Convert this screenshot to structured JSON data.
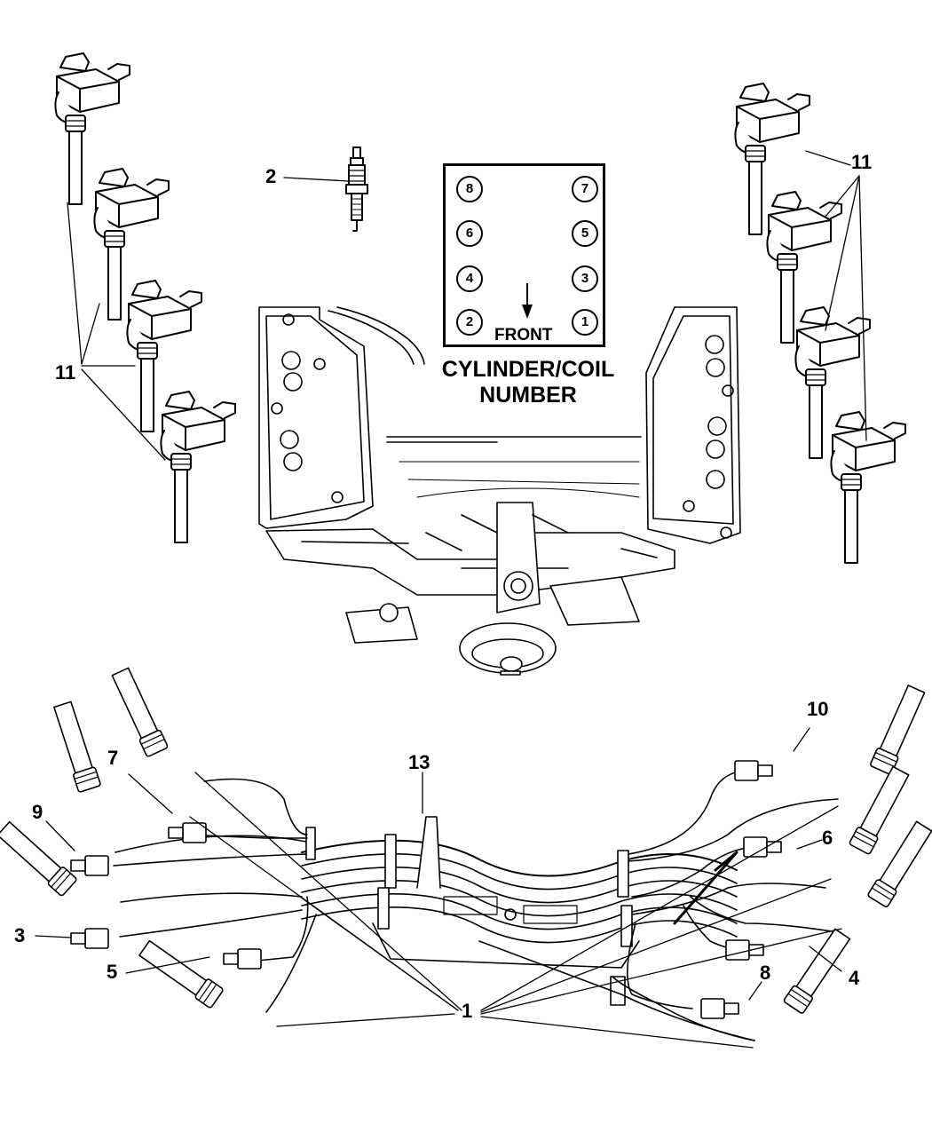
{
  "title": {
    "line1": "CYLINDER/COIL",
    "line2": "NUMBER"
  },
  "cylinder_chart": {
    "front_label": "FRONT",
    "left_column": [
      "8",
      "6",
      "4",
      "2"
    ],
    "right_column": [
      "7",
      "5",
      "3",
      "1"
    ]
  },
  "callouts": {
    "spark_plug": "2",
    "coils_left": "11",
    "coils_right": "11",
    "wire_10": "10",
    "wire_7": "7",
    "wire_13": "13",
    "wire_9": "9",
    "wire_6": "6",
    "wire_3": "3",
    "wire_5": "5",
    "wire_4": "4",
    "wire_8": "8",
    "boots_1": "1"
  }
}
